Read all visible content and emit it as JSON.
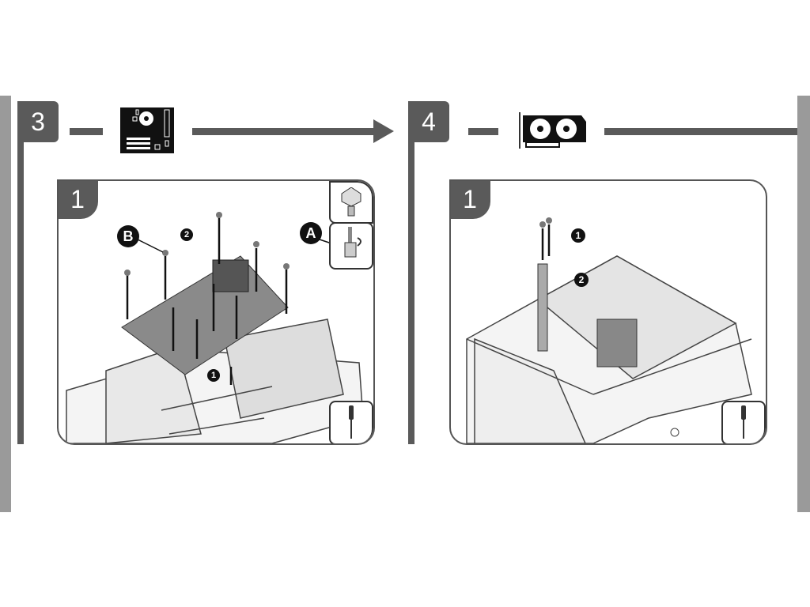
{
  "steps": [
    {
      "number": "3",
      "component_icon": "motherboard-icon",
      "substep": {
        "number": "1",
        "callouts": {
          "a": "A",
          "b": "B",
          "n1": "1",
          "n2": "2"
        },
        "tool_icon": "screwdriver-icon"
      }
    },
    {
      "number": "4",
      "component_icon": "graphics-card-icon",
      "substep": {
        "number": "1",
        "callouts": {
          "n1": "1",
          "n2": "2"
        },
        "tool_icon": "screwdriver-icon"
      }
    }
  ],
  "colors": {
    "dark": "#5a5a5a",
    "side": "#9a9a9a"
  }
}
